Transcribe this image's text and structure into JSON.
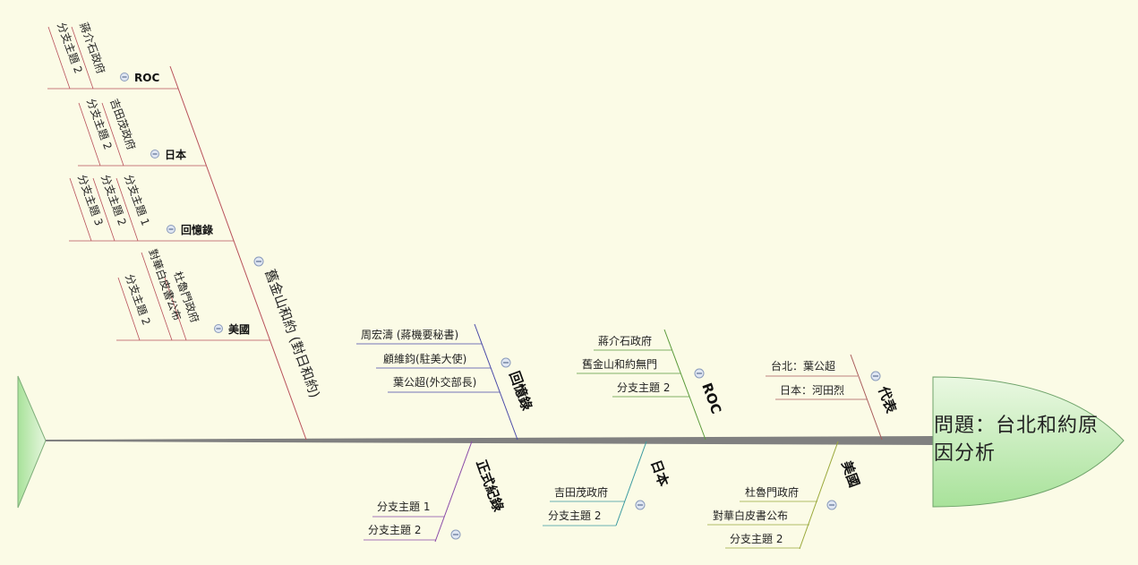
{
  "problem": {
    "title": "問題：台北和約原因分析"
  },
  "bones": {
    "sf": {
      "label": "舊金山和約 (對日和約)",
      "subs": {
        "roc": {
          "label": "ROC",
          "items": [
            "蔣介石政府",
            "分支主題 2"
          ]
        },
        "japan": {
          "label": "日本",
          "items": [
            "吉田茂政府",
            "分支主題 2"
          ]
        },
        "memoir": {
          "label": "回憶錄",
          "items": [
            "分支主題 1",
            "分支主題 2",
            "分支主題 3"
          ]
        },
        "usa": {
          "label": "美國",
          "items": [
            "杜魯門政府",
            "對華白皮書公布",
            "分支主題 2"
          ]
        }
      }
    },
    "memoir": {
      "label": "回憶錄",
      "items": [
        "周宏濤 (蔣機要秘書)",
        "顧維鈞(駐美大使)",
        "葉公超(外交部長)"
      ]
    },
    "roc": {
      "label": "ROC",
      "items": [
        "蔣介石政府",
        "舊金山和約無門",
        "分支主題 2"
      ]
    },
    "rep": {
      "label": "代表",
      "items": [
        "台北：葉公超",
        "日本：河田烈"
      ]
    },
    "official": {
      "label": "正式紀錄",
      "items": [
        "分支主題 1",
        "分支主題 2"
      ]
    },
    "japan": {
      "label": "日本",
      "items": [
        "吉田茂政府",
        "分支主題 2"
      ]
    },
    "usa": {
      "label": "美國",
      "items": [
        "杜魯門政府",
        "對華白皮書公布",
        "分支主題 2"
      ]
    }
  },
  "colors": {
    "spine": "#808080",
    "head_fill": "#b8e8a8",
    "tail_fill": "#b8e8a8",
    "sf": "#b8505a",
    "memoir": "#4a4aa8",
    "roc": "#5a9a3a",
    "rep": "#a85a5a",
    "official": "#8a4aa8",
    "japan": "#3a9aa0",
    "usa": "#9aa83a"
  }
}
